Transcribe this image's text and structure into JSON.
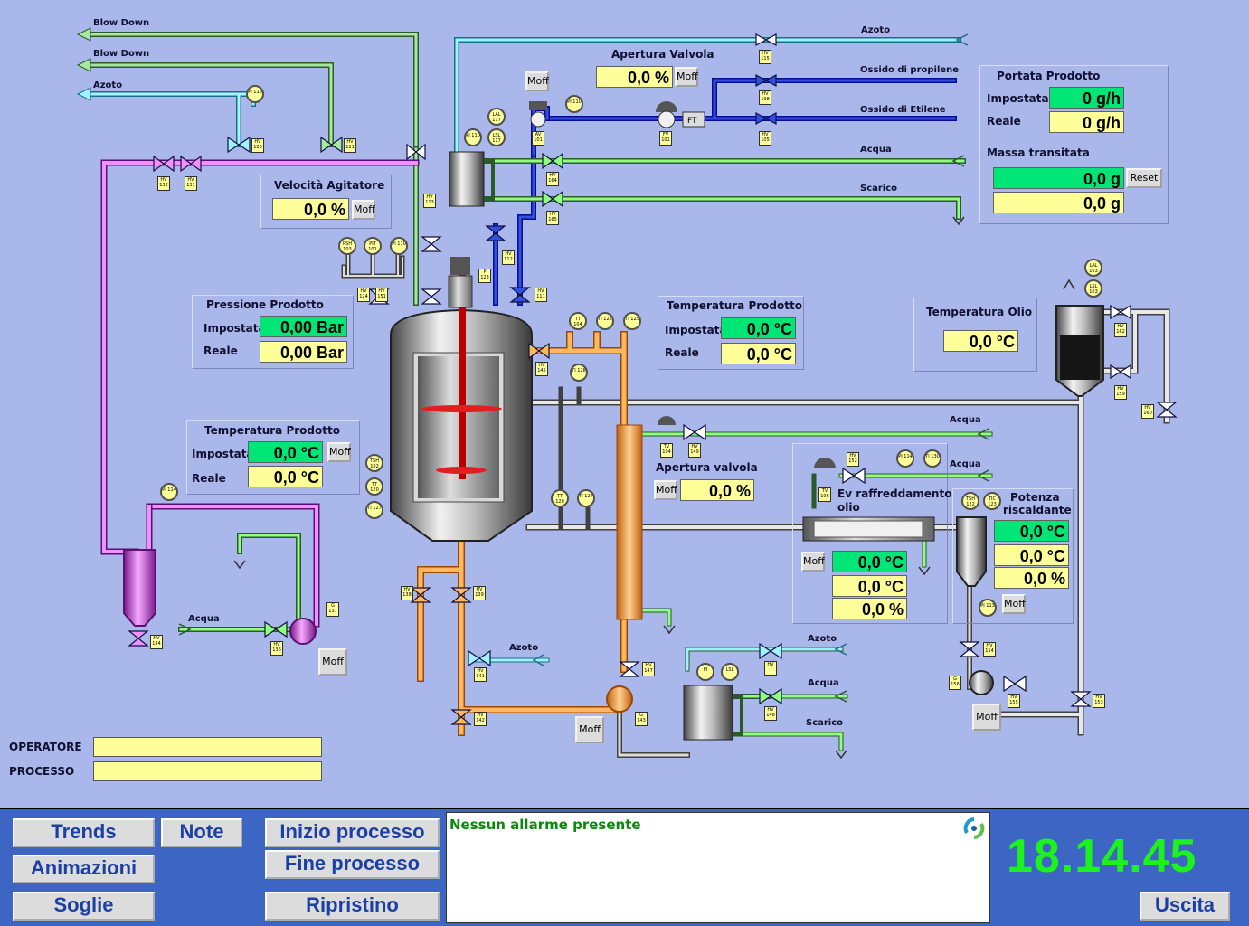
{
  "lines": {
    "blow_down_1": "Blow Down",
    "blow_down_2": "Blow Down",
    "azoto_left": "Azoto",
    "azoto_top": "Azoto",
    "ossido_propilene": "Ossido di propilene",
    "ossido_etilene": "Ossido di Etilene",
    "acqua_1": "Acqua",
    "scarico_1": "Scarico",
    "acqua_hx": "Acqua",
    "acqua_oil": "Acqua",
    "acqua_pump": "Acqua",
    "azoto_mid": "Azoto",
    "azoto_low": "Azoto",
    "acqua_low": "Acqua",
    "scarico_low": "Scarico"
  },
  "panels": {
    "apertura_valvola": {
      "title": "Apertura Valvola",
      "value": "0,0 %",
      "moff": "Moff"
    },
    "portata_prodotto": {
      "title": "Portata Prodotto",
      "impostata_label": "Impostata",
      "impostata": "0 g/h",
      "reale_label": "Reale",
      "reale": "0 g/h",
      "massa_title": "Massa transitata",
      "massa_1": "0,0 g",
      "massa_2": "0,0 g",
      "reset": "Reset"
    },
    "velocita_agitatore": {
      "title": "Velocità Agitatore",
      "value": "0,0 %",
      "moff": "Moff"
    },
    "pressione_prodotto": {
      "title": "Pressione Prodotto",
      "impostata_label": "Impostata",
      "impostata": "0,00 Bar",
      "reale_label": "Reale",
      "reale": "0,00 Bar"
    },
    "temperatura_prodotto_center": {
      "title": "Temperatura Prodotto",
      "impostata_label": "Impostata",
      "impostata": "0,0 °C",
      "reale_label": "Reale",
      "reale": "0,0 °C"
    },
    "temperatura_olio": {
      "title": "Temperatura Olio",
      "value": "0,0 °C"
    },
    "temperatura_prodotto_left": {
      "title": "Temperatura Prodotto",
      "impostata_label": "Impostata",
      "impostata": "0,0 °C",
      "reale_label": "Reale",
      "reale": "0,0 °C",
      "moff": "Moff"
    },
    "apertura_valvola_2": {
      "title": "Apertura valvola",
      "value": "0,0 %",
      "moff": "Moff"
    },
    "ev_raffreddamento": {
      "title_1": "Ev raffreddamento",
      "title_2": "olio",
      "v1": "0,0 °C",
      "v2": "0,0 °C",
      "v3": "0,0 %",
      "moff": "Moff"
    },
    "potenza_riscaldante": {
      "title_1": "Potenza",
      "title_2": "riscaldante",
      "v1": "0,0 °C",
      "v2": "0,0 °C",
      "v3": "0,0 %",
      "moff": "Moff"
    }
  },
  "moff_buttons": {
    "top": "Moff",
    "pump_left": "Moff",
    "pump_center": "Moff",
    "pump_right": "Moff"
  },
  "tags": {
    "hv115": "HV 115",
    "hv108": "HV 108",
    "hv105": "HV 105",
    "hv120": "HV 120",
    "hv121": "HV 121",
    "hv132": "HV 132",
    "hv131": "HV 131",
    "hv113": "HV 113",
    "hv124": "HV 124",
    "hv151": "HV 151",
    "hv164": "HV 164",
    "hv165": "HV 165",
    "av101": "AV 101",
    "fv101": "FV 101",
    "hv112": "HV 112",
    "p123": "P 123",
    "hv111": "HV 111",
    "hv145": "HV 145",
    "hv162": "HV 162",
    "hv159": "HV 159",
    "hv160": "HV 160",
    "tv104": "TV 104",
    "hv149": "HV 149",
    "tv106": "TV 106",
    "hv152": "HV 152",
    "hv134": "HV 134",
    "hv136": "HV 136",
    "g137": "G 137",
    "hv138": "HV 138",
    "hv139": "HV 139",
    "hv141": "HV 141",
    "hv142": "HV 142",
    "hv147": "HV 147",
    "g143": "G 143",
    "hv": "HV",
    "hv148": "HV 148",
    "hv154": "HV 154",
    "g156": "G 156",
    "hv155": "HV 155",
    "hv153": "HV 153"
  },
  "gauges": {
    "pi110a": "PI 110",
    "lal117": "LAL 117",
    "lsl117": "LSL 117",
    "pi110b": "PI 110",
    "pi110c": "PI 110",
    "psh103": "PSH 103",
    "pit101": "PIT 101",
    "pi110d": "PI 110",
    "tt104": "TT 104",
    "ti122": "TI 122",
    "ti125": "TI 125",
    "ti128": "TI 128",
    "tsh102": "TSH 102",
    "tt120": "TT 120",
    "ti127": "TI 127",
    "tt120b": "TT 120",
    "ti127b": "TI 127",
    "pi114a": "PI 114",
    "lal163": "LAL 163",
    "lsl163": "LSL 163",
    "pi114b": "PI 114",
    "ti130": "TI 130",
    "tsh122": "TSH 122",
    "tic123": "TIC 123",
    "pi113": "PI 113",
    "pi_low": "PI",
    "lsl_low": "LSL",
    "ft": "FT"
  },
  "operator": {
    "operatore_label": "OPERATORE",
    "processo_label": "PROCESSO",
    "operatore": "",
    "processo": ""
  },
  "bottom": {
    "trends": "Trends",
    "note": "Note",
    "animazioni": "Animazioni",
    "soglie": "Soglie",
    "inizio": "Inizio processo",
    "fine": "Fine processo",
    "ripristino": "Ripristino",
    "alarm": "Nessun allarme presente",
    "clock": "18.14.45",
    "uscita": "Uscita"
  }
}
